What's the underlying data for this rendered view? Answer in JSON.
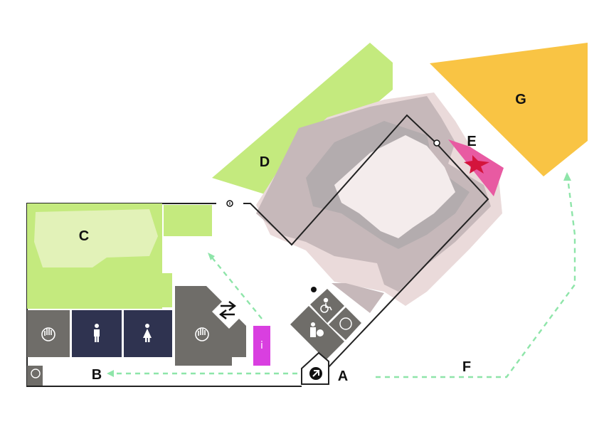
{
  "map": {
    "zones": {
      "c": "C",
      "d": "D",
      "e": "E",
      "g": "G"
    },
    "path_points": {
      "a": "A",
      "b": "B",
      "f": "F"
    },
    "info_desk": "i",
    "colors": {
      "lawn_light": "#e2f2b8",
      "lawn_bright": "#c4ea7e",
      "building_grey": "#6f6d69",
      "toilet_navy": "#2f3350",
      "ruin_pink": "#eadada",
      "ruin_mid": "#c6b8ba",
      "ruin_grey": "#b3acae",
      "highlight_pink": "#e85aa2",
      "star_red": "#d4143c",
      "zone_g_yellow": "#f9c444",
      "info_magenta": "#d93fe0",
      "route_green": "#8ee5a9",
      "wall_black": "#222222"
    },
    "icons": [
      "hand-icon",
      "male-toilet-icon",
      "female-toilet-icon",
      "hand-icon",
      "route-sign-icon",
      "info-icon",
      "wheelchair-icon",
      "hand-icon",
      "staff-info-icon",
      "entrance-arrow-icon",
      "hand-icon",
      "small-arrow-icon",
      "small-arrow-icon",
      "small-arrow-icon",
      "star-icon"
    ]
  }
}
